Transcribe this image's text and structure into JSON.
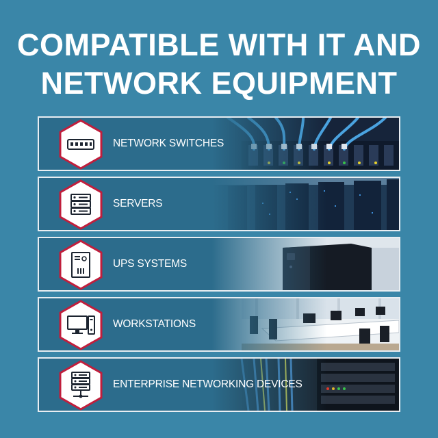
{
  "headline": {
    "line1": "COMPATIBLE WITH IT AND",
    "line2": "NETWORK EQUIPMENT"
  },
  "colors": {
    "background": "#3a86a8",
    "card": "#2c6c8c",
    "hex_border": "#c01e3c",
    "text": "#ffffff"
  },
  "items": [
    {
      "label": "NETWORK SWITCHES",
      "icon": "network-switch-icon"
    },
    {
      "label": "SERVERS",
      "icon": "server-rack-icon"
    },
    {
      "label": "UPS SYSTEMS",
      "icon": "ups-icon"
    },
    {
      "label": "WORKSTATIONS",
      "icon": "workstation-icon"
    },
    {
      "label": "ENTERPRISE NETWORKING DEVICES",
      "icon": "enterprise-network-icon"
    }
  ]
}
